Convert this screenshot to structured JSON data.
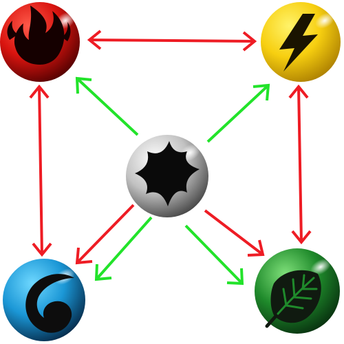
{
  "nodes": [
    {
      "id": "fire",
      "icon": "fire-icon",
      "colors": {
        "light": "#ff5a4a",
        "mid": "#d9140f",
        "dark": "#4a0000",
        "symbol": "#150000"
      }
    },
    {
      "id": "lightning",
      "icon": "lightning-icon",
      "colors": {
        "light": "#fff36a",
        "mid": "#f7cf10",
        "dark": "#a77a00",
        "symbol": "#1a1400"
      }
    },
    {
      "id": "colorless",
      "icon": "star-icon",
      "colors": {
        "light": "#ffffff",
        "mid": "#c2c2c2",
        "dark": "#3c3c3c",
        "symbol": "#0a0a0a"
      }
    },
    {
      "id": "water",
      "icon": "water-drop-icon",
      "colors": {
        "light": "#6fd8ff",
        "mid": "#1b97d6",
        "dark": "#04223f",
        "symbol": "#0d0d0d"
      }
    },
    {
      "id": "grass",
      "icon": "leaf-icon",
      "colors": {
        "light": "#7fe07a",
        "mid": "#1f8a2b",
        "dark": "#062a0d",
        "symbol": "#101a10"
      }
    }
  ],
  "arrow_colors": {
    "red": "#ee1c24",
    "green": "#22e32a"
  },
  "edges": [
    {
      "from": "fire",
      "to": "lightning",
      "color": "red",
      "direction": "both"
    },
    {
      "from": "fire",
      "to": "water",
      "color": "red",
      "direction": "both"
    },
    {
      "from": "lightning",
      "to": "grass",
      "color": "red",
      "direction": "both"
    },
    {
      "from": "colorless",
      "to": "fire",
      "color": "green",
      "direction": "forward"
    },
    {
      "from": "colorless",
      "to": "lightning",
      "color": "green",
      "direction": "forward"
    },
    {
      "from": "colorless",
      "to": "water",
      "color": "green",
      "direction": "forward"
    },
    {
      "from": "colorless",
      "to": "grass",
      "color": "green",
      "direction": "forward"
    },
    {
      "from": "colorless",
      "to": "water",
      "color": "red",
      "direction": "forward"
    },
    {
      "from": "colorless",
      "to": "grass",
      "color": "red",
      "direction": "forward"
    }
  ]
}
